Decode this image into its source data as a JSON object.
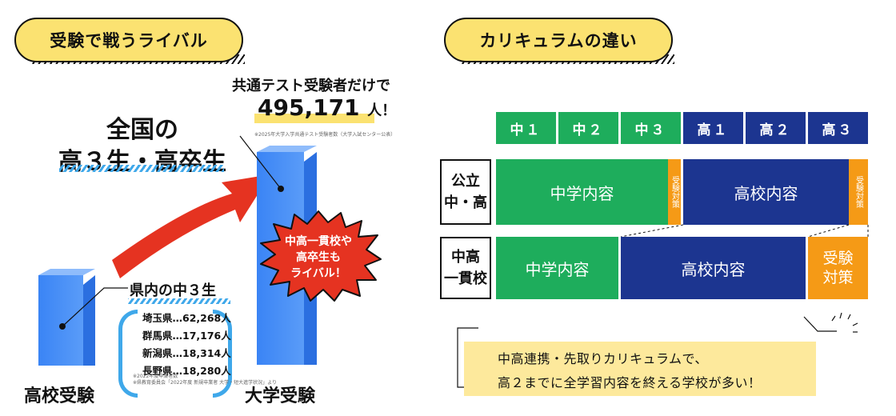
{
  "left": {
    "header": "受験で戦うライバル",
    "national": {
      "line1": "全国の",
      "line2": "高３生・高卒生",
      "exam_intro": "共通テスト受験者だけで",
      "exam_count": "495,171",
      "exam_unit": "人！",
      "source_note": "※2025年大学入学共通テスト受験者数（大学入試センター公表）"
    },
    "prefecture": {
      "title": "県内の中３生",
      "items": [
        {
          "name": "埼玉県",
          "count": "62,268人"
        },
        {
          "name": "群馬県",
          "count": "17,176人"
        },
        {
          "name": "新潟県",
          "count": "18,314人"
        },
        {
          "name": "長野県",
          "count": "18,280人"
        }
      ],
      "source_note1": "※2022年度卒業者数",
      "source_note2": "※県教育委員会「2022年度 新規卒業者 大学・短大進学状況」より"
    },
    "burst_text": [
      "中高一貫校や",
      "高卒生も",
      "ライバル！"
    ],
    "label_high": "高校受験",
    "label_univ": "大学受験",
    "chart_data": {
      "type": "bar",
      "categories": [
        "高校受験",
        "大学受験"
      ]
    }
  },
  "right": {
    "header": "カリキュラムの違い",
    "grades": [
      "中１",
      "中２",
      "中３",
      "高１",
      "高２",
      "高３"
    ],
    "rows": [
      {
        "label_line1": "公立",
        "label_line2": "中・高",
        "middle": "中学内容",
        "prep1": "受験対策",
        "high": "高校内容",
        "prep2": "受験対策"
      },
      {
        "label_line1": "中高",
        "label_line2": "一貫校",
        "middle": "中学内容",
        "high": "高校内容",
        "prep": "受験対策"
      }
    ],
    "note_line1": "中高連携・先取りカリキュラムで、",
    "note_line2": "高２までに全学習内容を終える学校が多い！"
  },
  "colors": {
    "yellow": "#fbe271",
    "green": "#1ead5c",
    "navy": "#1c3590",
    "orange": "#f59a16",
    "blue": "#3a84f5",
    "red": "#e53321"
  }
}
